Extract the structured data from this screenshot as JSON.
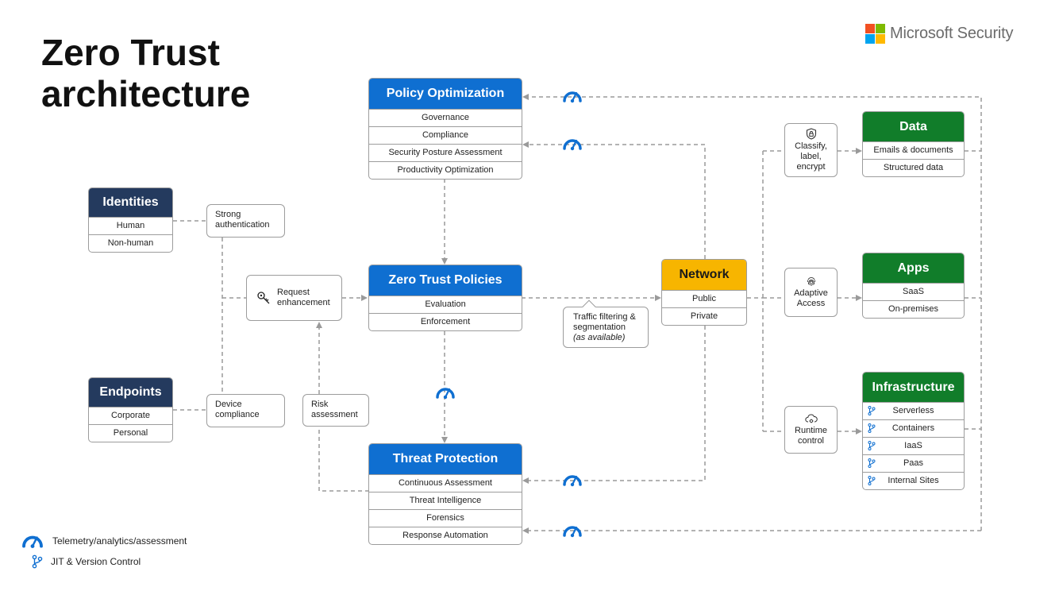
{
  "title": "Zero Trust architecture",
  "brand": {
    "name": "Microsoft Security",
    "logo_colors": [
      "#f25022",
      "#7fba00",
      "#00a4ef",
      "#ffb900"
    ]
  },
  "colors": {
    "navy": "#243a5e",
    "blue": "#0f6fd1",
    "green": "#117d2a",
    "gold": "#f7b500",
    "telemetry_icon": "#0f6fd1",
    "connector": "#9a9a9a"
  },
  "identities": {
    "title": "Identities",
    "rows": [
      "Human",
      "Non-human"
    ]
  },
  "endpoints": {
    "title": "Endpoints",
    "rows": [
      "Corporate",
      "Personal"
    ]
  },
  "policy_optimization": {
    "title": "Policy Optimization",
    "rows": [
      "Governance",
      "Compliance",
      "Security Posture Assessment",
      "Productivity Optimization"
    ]
  },
  "zero_trust_policies": {
    "title": "Zero Trust Policies",
    "rows": [
      "Evaluation",
      "Enforcement"
    ]
  },
  "threat_protection": {
    "title": "Threat Protection",
    "rows": [
      "Continuous Assessment",
      "Threat Intelligence",
      "Forensics",
      "Response Automation"
    ]
  },
  "network": {
    "title": "Network",
    "rows": [
      "Public",
      "Private"
    ]
  },
  "data": {
    "title": "Data",
    "rows": [
      "Emails & documents",
      "Structured data"
    ]
  },
  "apps": {
    "title": "Apps",
    "rows": [
      "SaaS",
      "On-premises"
    ]
  },
  "infrastructure": {
    "title": "Infrastructure",
    "rows": [
      "Serverless",
      "Containers",
      "IaaS",
      "Paas",
      "Internal Sites"
    ]
  },
  "callouts": {
    "strong_auth": "Strong authentication",
    "device_compliance": "Device compliance",
    "request_enhancement": "Request enhancement",
    "risk_assessment": "Risk assessment",
    "traffic_filtering": "Traffic filtering & segmentation",
    "traffic_filtering_note": "(as available)",
    "classify": "Classify, label, encrypt",
    "adaptive_access": "Adaptive Access",
    "runtime_control": "Runtime control"
  },
  "icons": {
    "telemetry": "gauge-icon",
    "jit": "git-branch-icon",
    "key": "key-icon",
    "shield": "shield-lock-icon",
    "fingerprint": "fingerprint-icon",
    "cloud": "cloud-gear-icon"
  },
  "legend": {
    "telemetry": "Telemetry/analytics/assessment",
    "jit": "JIT & Version Control"
  }
}
